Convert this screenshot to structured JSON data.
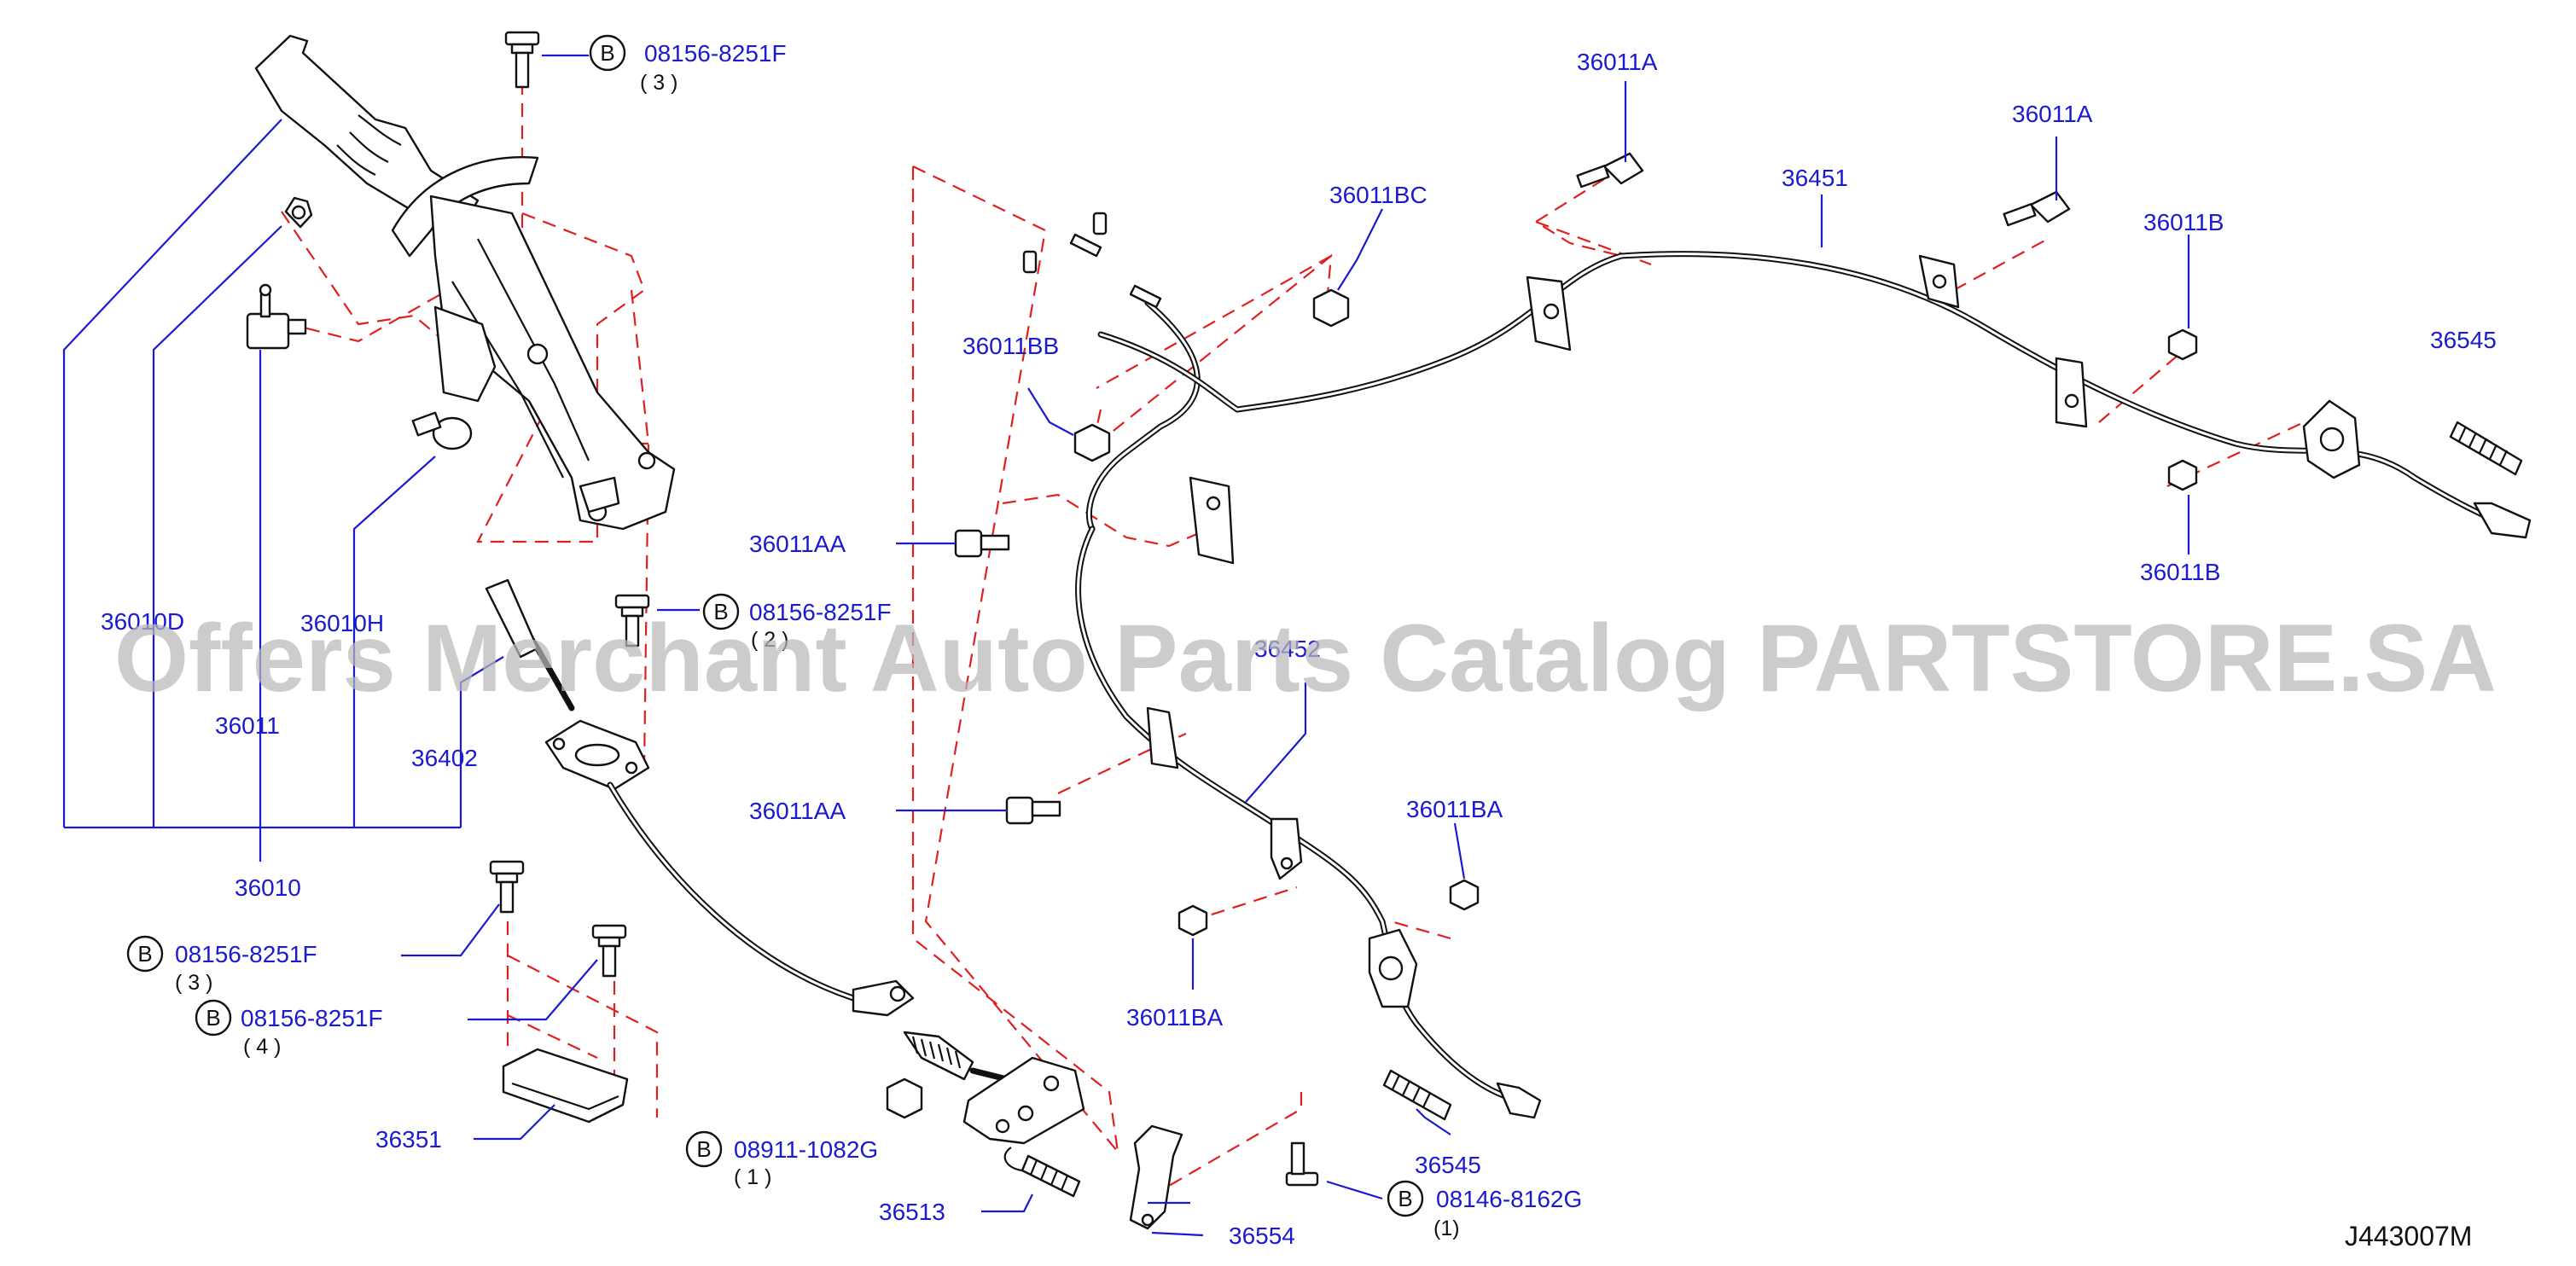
{
  "diagram": {
    "drawing_code": "J443007M",
    "watermark": "Offers Merchant Auto Parts Catalog PARTSTORE.SA",
    "colors": {
      "label": "#1a1ad0",
      "leader": "#1a1ad0",
      "dashed_guide": "#e02020",
      "outline": "#111111"
    },
    "callouts": [
      {
        "id": "08156-8251F",
        "prefix": "B",
        "qty": "( 3 )"
      },
      {
        "id": "08156-8251F",
        "prefix": "B",
        "qty": "( 2 )"
      },
      {
        "id": "08156-8251F",
        "prefix": "B",
        "qty": "( 3 )"
      },
      {
        "id": "08156-8251F",
        "prefix": "B",
        "qty": "( 4 )"
      },
      {
        "id": "08911-1082G",
        "prefix": "B",
        "qty": "( 1 )"
      },
      {
        "id": "08146-8162G",
        "prefix": "B",
        "qty": "(1)"
      }
    ],
    "parts": [
      "36010D",
      "36010H",
      "36011",
      "36402",
      "36010",
      "36011A",
      "36011A",
      "36451",
      "36011BC",
      "36011B",
      "36545",
      "36011BB",
      "36011AA",
      "36011B",
      "36452",
      "36011AA",
      "36011BA",
      "36011BA",
      "36545",
      "36351",
      "36513",
      "36554"
    ]
  }
}
